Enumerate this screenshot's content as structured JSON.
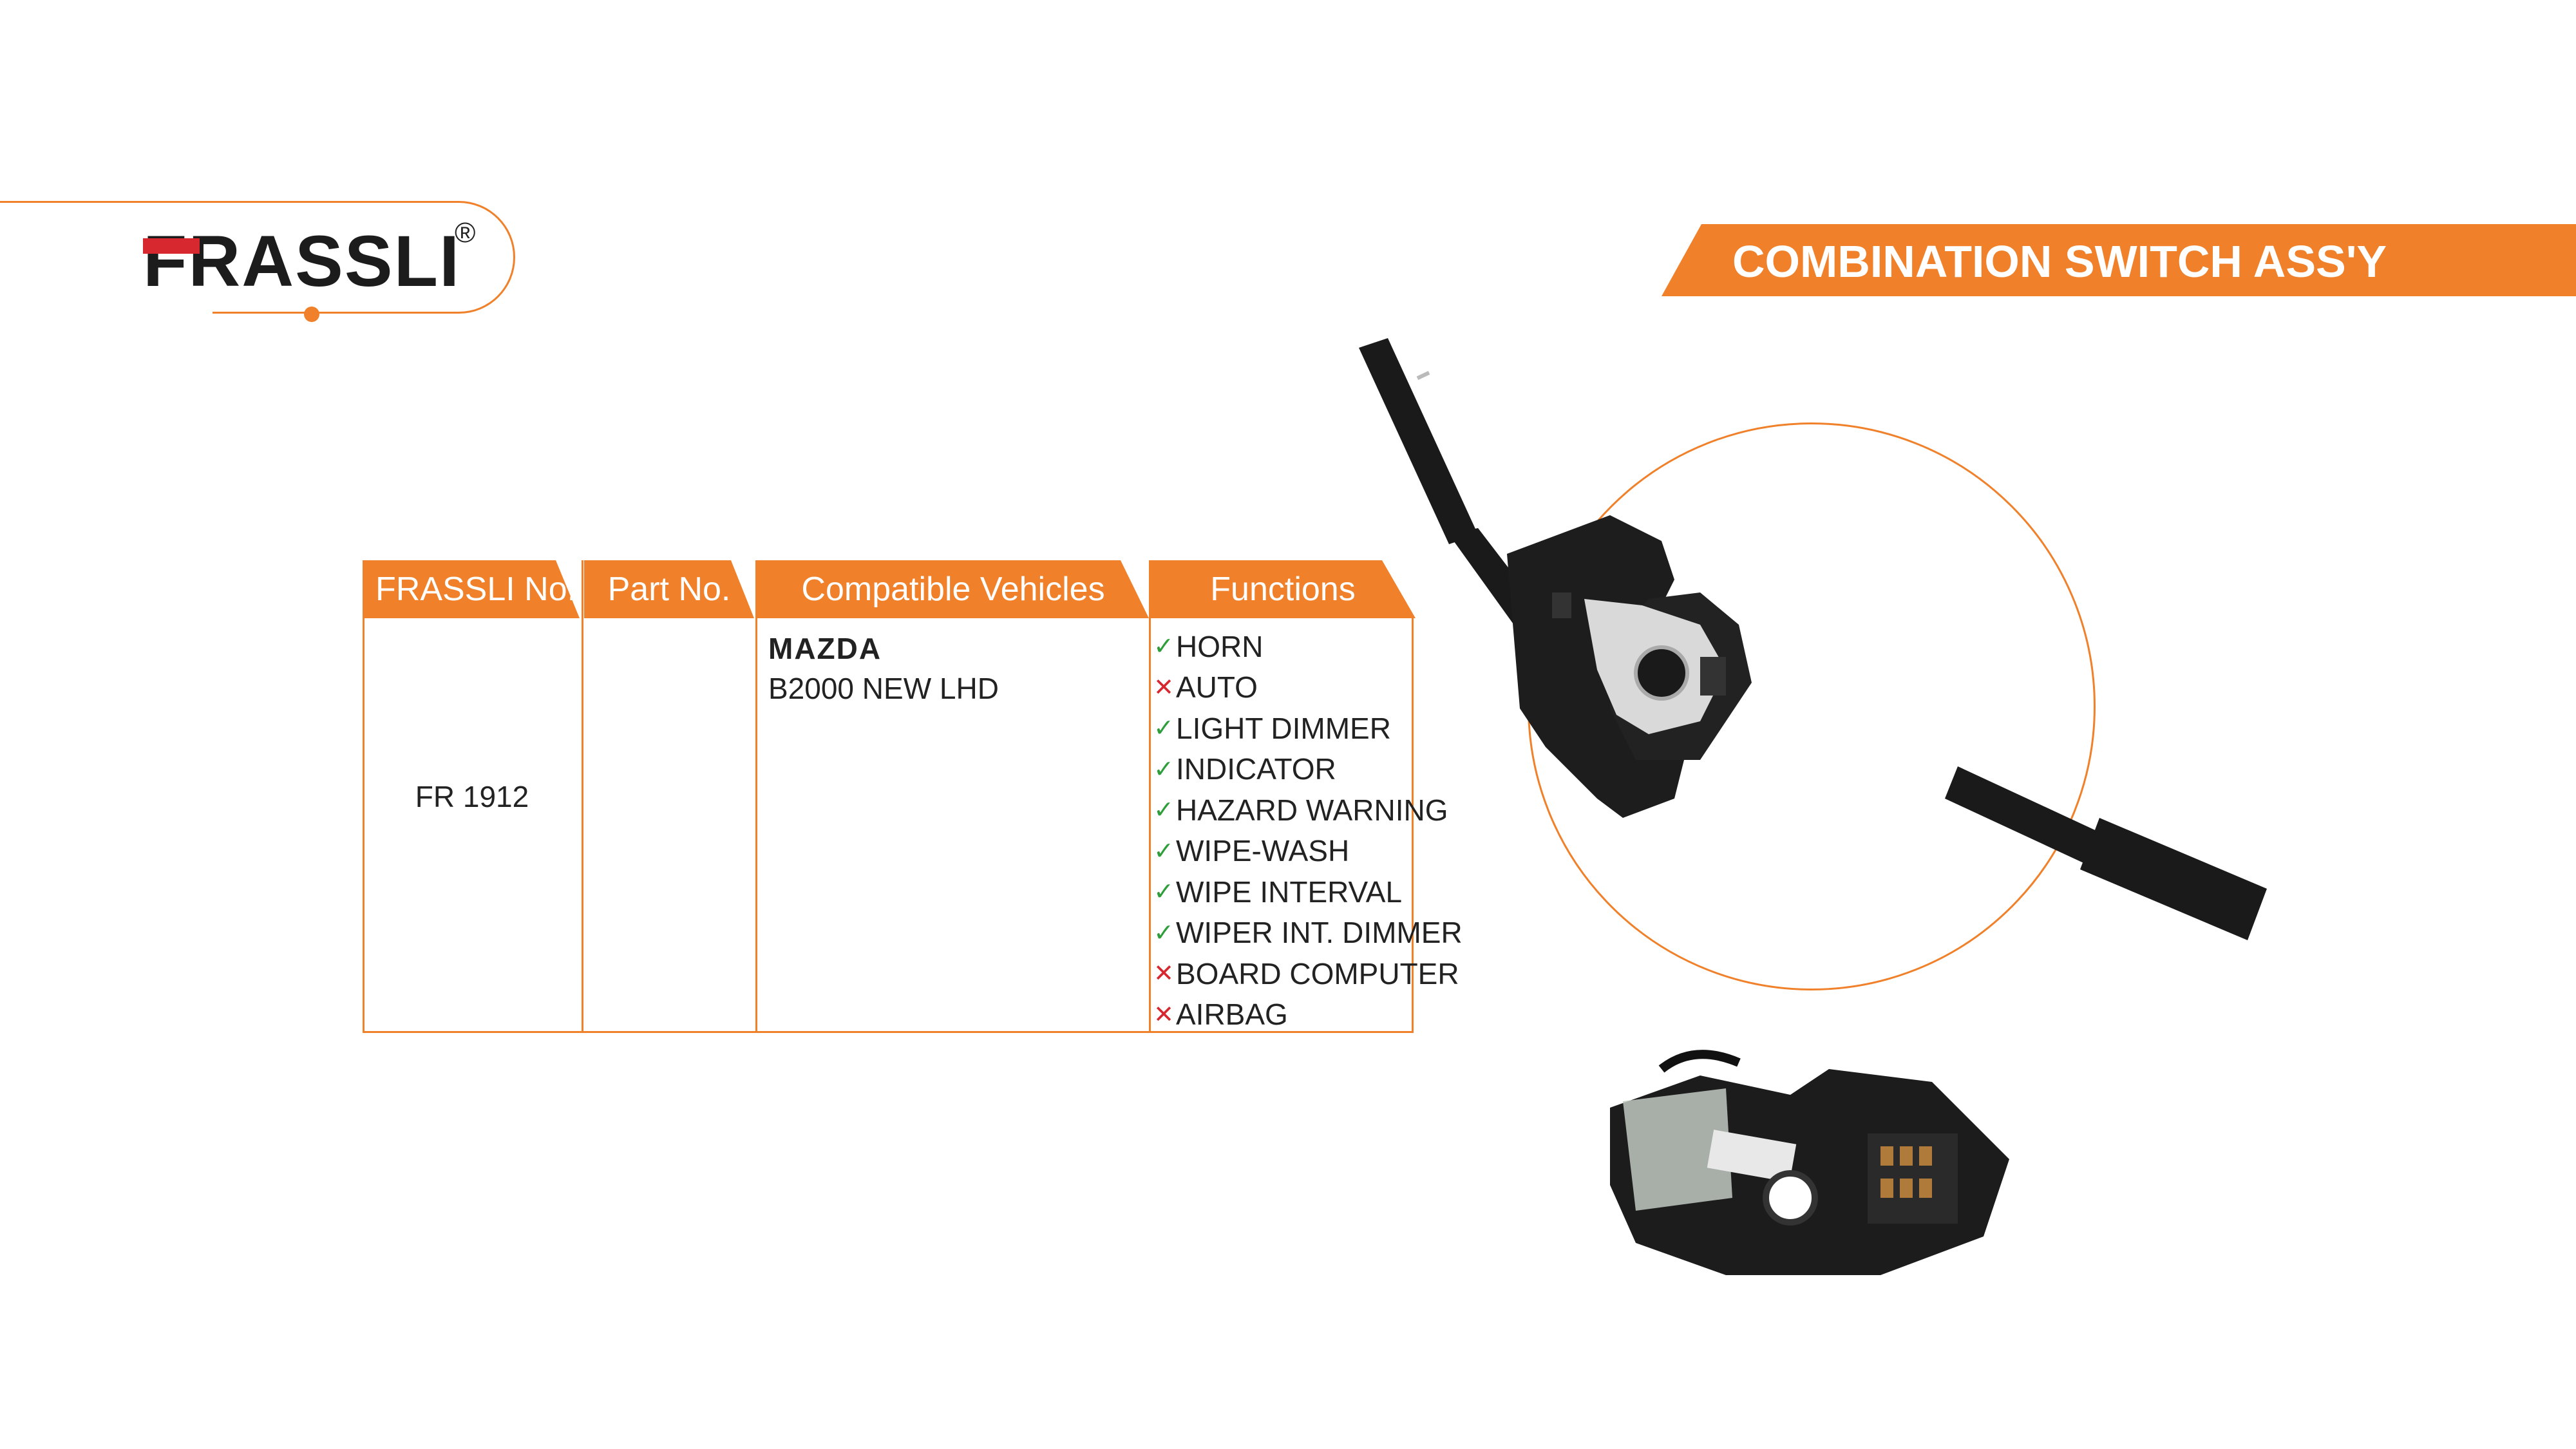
{
  "brand": {
    "name": "FRASSLI",
    "registered": "®",
    "accent": "#f0812a",
    "red": "#d6282e"
  },
  "title": "COMBINATION SWITCH ASS'Y",
  "table": {
    "headers": [
      "FRASSLI No.",
      "Part No.",
      "Compatible Vehicles",
      "Functions"
    ],
    "frassli_no": "FR 1912",
    "part_no": "",
    "vehicle_make": "MAZDA",
    "vehicle_model": "B2000 NEW LHD",
    "functions": [
      {
        "name": "HORN",
        "available": true
      },
      {
        "name": "AUTO",
        "available": false
      },
      {
        "name": "LIGHT DIMMER",
        "available": true
      },
      {
        "name": "INDICATOR",
        "available": true
      },
      {
        "name": "HAZARD WARNING",
        "available": true
      },
      {
        "name": "WIPE-WASH",
        "available": true
      },
      {
        "name": "WIPE INTERVAL",
        "available": true
      },
      {
        "name": "WIPER INT. DIMMER",
        "available": true
      },
      {
        "name": "BOARD COMPUTER",
        "available": false
      },
      {
        "name": "AIRBAG",
        "available": false
      }
    ]
  },
  "icons": {
    "check": "check-icon",
    "cross": "cross-icon"
  }
}
